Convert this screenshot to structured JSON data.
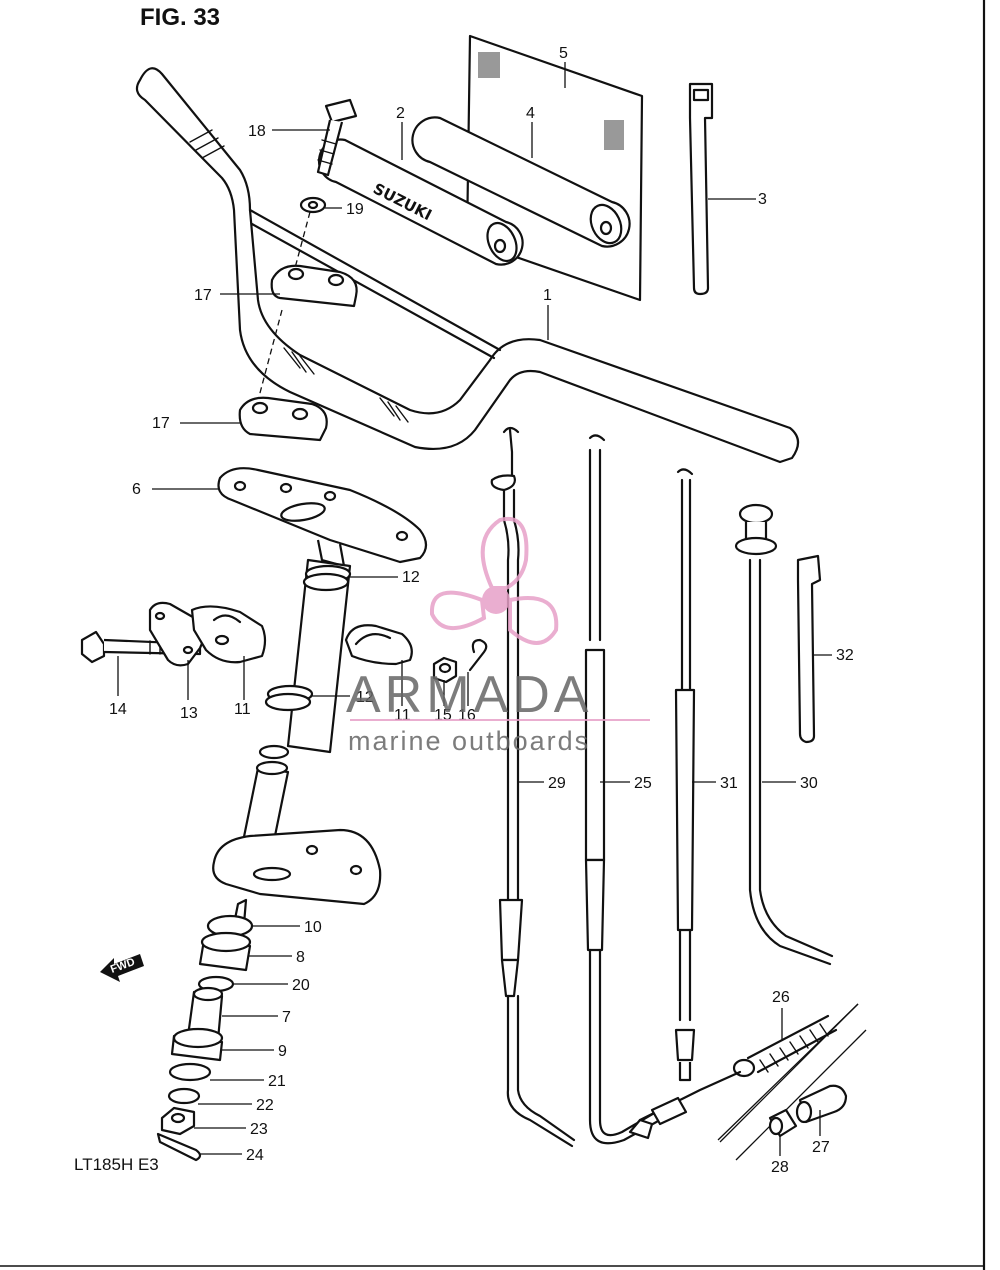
{
  "figure_label": "FIG. 33",
  "model_label": "LT185H E3",
  "handlebar_pad_brand": "SUZUKI",
  "direction_marker": "FWD",
  "watermark": {
    "name": "ARMADA",
    "tagline": "marine outboards",
    "logo_color": "#e7a0c8",
    "text_color": "#666666"
  },
  "callouts": [
    {
      "id": "c1",
      "number": "1"
    },
    {
      "id": "c2",
      "number": "2"
    },
    {
      "id": "c3",
      "number": "3"
    },
    {
      "id": "c4",
      "number": "4"
    },
    {
      "id": "c5",
      "number": "5"
    },
    {
      "id": "c6",
      "number": "6"
    },
    {
      "id": "c7",
      "number": "7"
    },
    {
      "id": "c8",
      "number": "8"
    },
    {
      "id": "c9",
      "number": "9"
    },
    {
      "id": "c10",
      "number": "10"
    },
    {
      "id": "c11a",
      "number": "11"
    },
    {
      "id": "c11b",
      "number": "11"
    },
    {
      "id": "c12a",
      "number": "12"
    },
    {
      "id": "c12b",
      "number": "12"
    },
    {
      "id": "c13",
      "number": "13"
    },
    {
      "id": "c14",
      "number": "14"
    },
    {
      "id": "c15",
      "number": "15"
    },
    {
      "id": "c16",
      "number": "16"
    },
    {
      "id": "c17a",
      "number": "17"
    },
    {
      "id": "c17b",
      "number": "17"
    },
    {
      "id": "c18",
      "number": "18"
    },
    {
      "id": "c19",
      "number": "19"
    },
    {
      "id": "c20",
      "number": "20"
    },
    {
      "id": "c21",
      "number": "21"
    },
    {
      "id": "c22",
      "number": "22"
    },
    {
      "id": "c23",
      "number": "23"
    },
    {
      "id": "c24",
      "number": "24"
    },
    {
      "id": "c25",
      "number": "25"
    },
    {
      "id": "c26",
      "number": "26"
    },
    {
      "id": "c27",
      "number": "27"
    },
    {
      "id": "c28",
      "number": "28"
    },
    {
      "id": "c29",
      "number": "29"
    },
    {
      "id": "c30",
      "number": "30"
    },
    {
      "id": "c31",
      "number": "31"
    },
    {
      "id": "c32",
      "number": "32"
    }
  ]
}
